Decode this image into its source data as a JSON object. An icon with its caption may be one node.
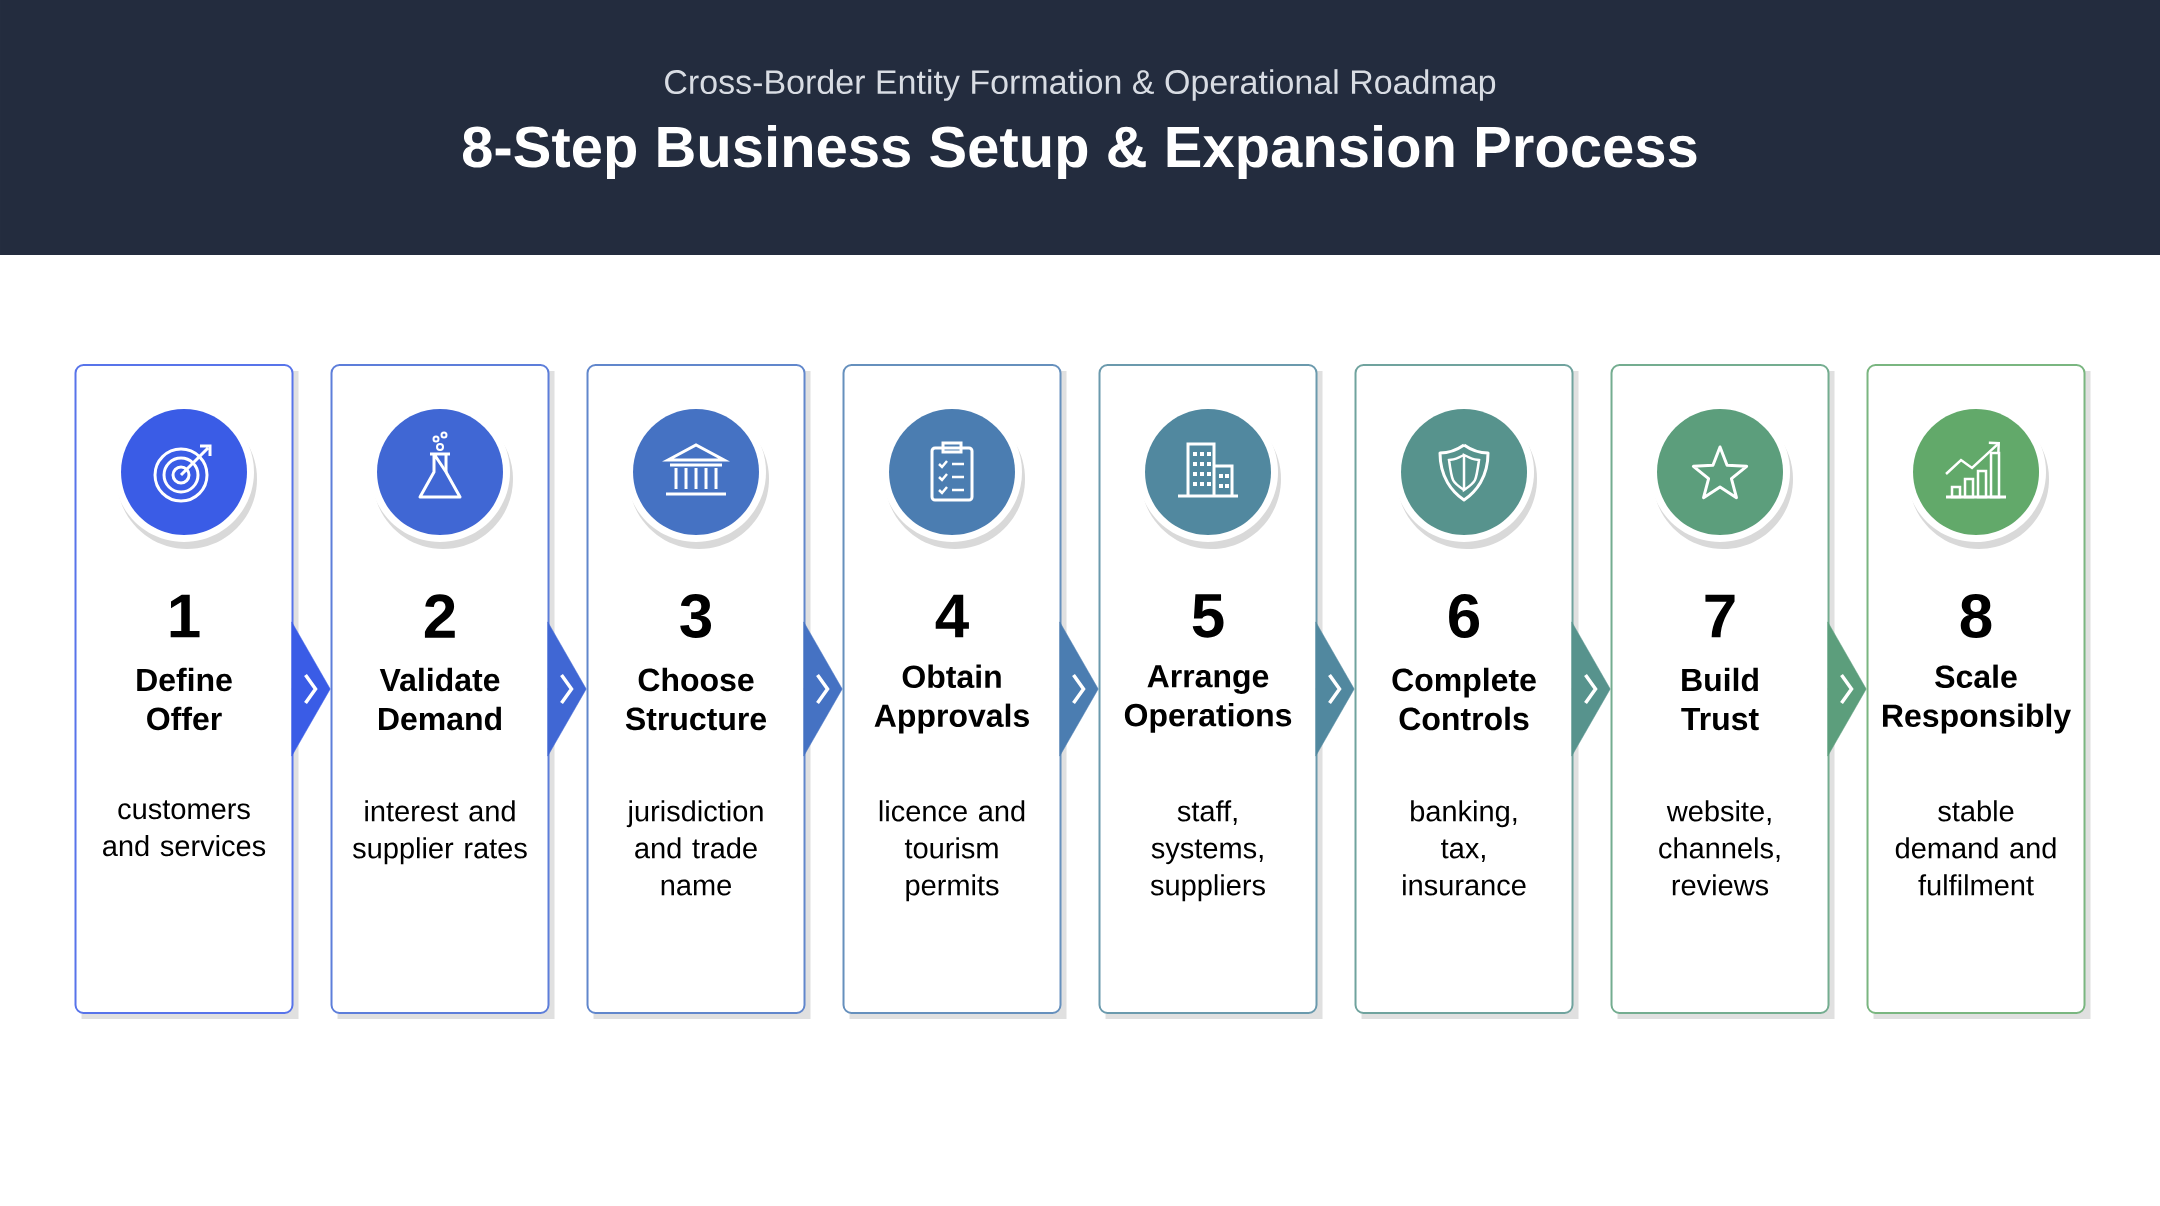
{
  "diagram": {
    "title": "8-Step Business Setup & Expansion Process",
    "nodes": [
      {
        "text": [
          "1",
          "Define Offer",
          "customers and services"
        ]
      },
      {
        "text": [
          "2",
          "Validate Demand",
          "interest and supplier rates"
        ]
      },
      {
        "text": [
          "3",
          "Choose Structure",
          "jurisdiction and trade name"
        ]
      },
      {
        "text": [
          "4",
          "Obtain Approvals",
          "licence and tourism permits"
        ]
      },
      {
        "text": [
          "5",
          "Arrange Operations",
          "staff, systems, suppliers"
        ]
      },
      {
        "text": [
          "6",
          "Complete Controls",
          "banking, tax, insurance"
        ]
      },
      {
        "text": [
          "7",
          "Build Trust",
          "website, channels, reviews"
        ]
      },
      {
        "text": [
          "8",
          "Scale Responsibly",
          "stable demand and fulfilment"
        ]
      }
    ],
    "edges": [
      {
        "from": 0,
        "to": 1,
        "arrow": "to"
      },
      {
        "from": 1,
        "to": 2,
        "arrow": "to"
      },
      {
        "from": 2,
        "to": 3,
        "arrow": "to"
      },
      {
        "from": 3,
        "to": 4,
        "arrow": "to"
      },
      {
        "from": 4,
        "to": 5,
        "arrow": "to"
      },
      {
        "from": 5,
        "to": 6,
        "arrow": "to"
      },
      {
        "from": 6,
        "to": 7,
        "arrow": "to"
      }
    ],
    "labels": [
      "Cross-Border Entity Formation & Operational Roadmap"
    ]
  }
}
